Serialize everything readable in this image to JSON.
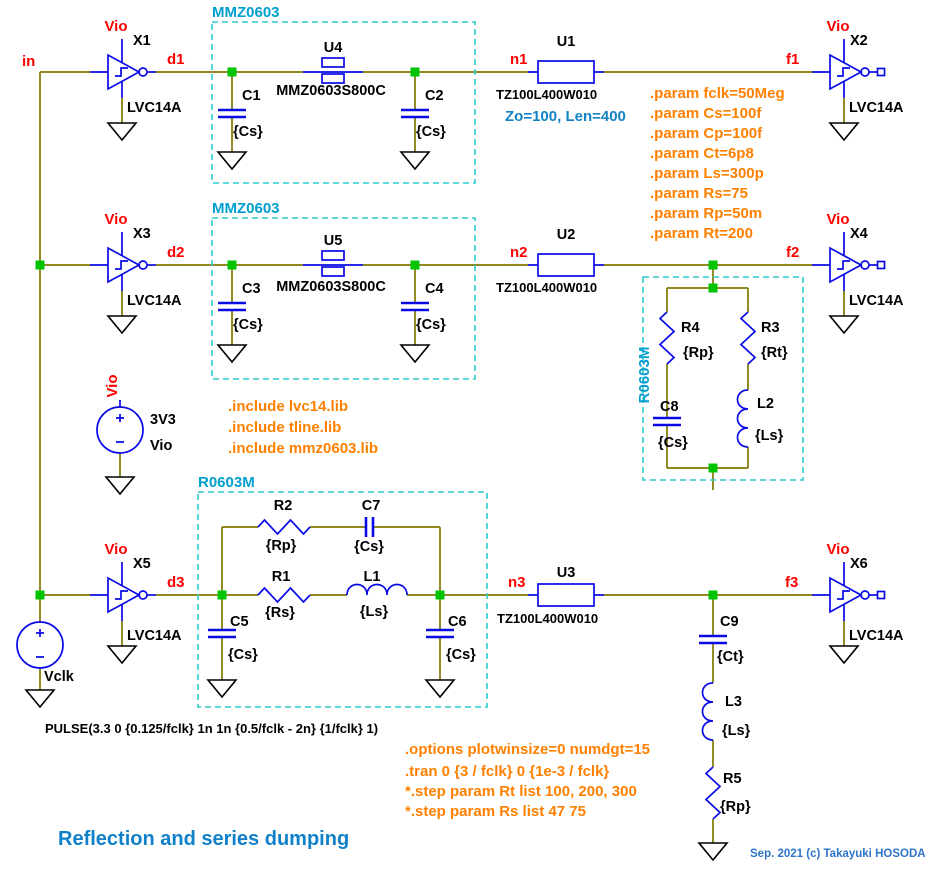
{
  "schematic_title": "Reflection and series dumping",
  "copyright": "Sep. 2021 (c) Takayuki HOSODA",
  "labels": {
    "vio": "Vio",
    "nets": {
      "in": "in",
      "d1": "d1",
      "d2": "d2",
      "d3": "d3",
      "n1": "n1",
      "n2": "n2",
      "n3": "n3",
      "f1": "f1",
      "f2": "f2",
      "f3": "f3"
    }
  },
  "gates": {
    "part": "LVC14A",
    "refs": {
      "x1": "X1",
      "x2": "X2",
      "x3": "X3",
      "x4": "X4",
      "x5": "X5",
      "x6": "X6"
    }
  },
  "beads": {
    "part": "MMZ0603S800C",
    "box_label": "MMZ0603",
    "refs": {
      "u4": "U4",
      "u5": "U5"
    }
  },
  "tlines": {
    "part": "TZ100L400W010",
    "comment": "Zo=100, Len=400",
    "refs": {
      "u1": "U1",
      "u2": "U2",
      "u3": "U3"
    }
  },
  "rlc_box_label": "R0603M",
  "components": {
    "c1": {
      "ref": "C1",
      "value": "{Cs}"
    },
    "c2": {
      "ref": "C2",
      "value": "{Cs}"
    },
    "c3": {
      "ref": "C3",
      "value": "{Cs}"
    },
    "c4": {
      "ref": "C4",
      "value": "{Cs}"
    },
    "c5": {
      "ref": "C5",
      "value": "{Cs}"
    },
    "c6": {
      "ref": "C6",
      "value": "{Cs}"
    },
    "c7": {
      "ref": "C7",
      "value": "{Cs}"
    },
    "c8": {
      "ref": "C8",
      "value": "{Cs}"
    },
    "c9": {
      "ref": "C9",
      "value": "{Ct}"
    },
    "r1": {
      "ref": "R1",
      "value": "{Rs}"
    },
    "r2": {
      "ref": "R2",
      "value": "{Rp}"
    },
    "r3": {
      "ref": "R3",
      "value": "{Rt}"
    },
    "r4": {
      "ref": "R4",
      "value": "{Rp}"
    },
    "r5": {
      "ref": "R5",
      "value": "{Rp}"
    },
    "l1": {
      "ref": "L1",
      "value": "{Ls}"
    },
    "l2": {
      "ref": "L2",
      "value": "{Ls}"
    },
    "l3": {
      "ref": "L3",
      "value": "{Ls}"
    }
  },
  "sources": {
    "vio": {
      "ref": "Vio",
      "value": "3V3"
    },
    "vclk": {
      "ref": "Vclk",
      "value": "PULSE(3.3 0 {0.125/fclk} 1n 1n {0.5/fclk - 2n} {1/fclk} 1)"
    }
  },
  "directives": {
    "params": [
      ".param fclk=50Meg",
      ".param Cs=100f",
      ".param Cp=100f",
      ".param Ct=6p8",
      ".param Ls=300p",
      ".param Rs=75",
      ".param Rp=50m",
      ".param Rt=200"
    ],
    "includes": [
      ".include lvc14.lib",
      ".include tline.lib",
      ".include mmz0603.lib"
    ],
    "simulation": [
      ".options plotwinsize=0 numdgt=15",
      ".tran 0 {3 / fclk} 0 {1e-3 / fclk}",
      "*.step param Rt list 100, 200, 300",
      "*.step param Rs list 47 75"
    ]
  },
  "colors": {
    "wire": "#807800",
    "component": "#0A0AE6",
    "junction": "#00C400",
    "dashed_box": "#2FCCCC",
    "box_label": "#009FCF",
    "net_label": "#FF0000",
    "directive": "#FF8000",
    "comment": "#1382C4",
    "title": "#1080C8",
    "copyright": "#2E74C8"
  }
}
